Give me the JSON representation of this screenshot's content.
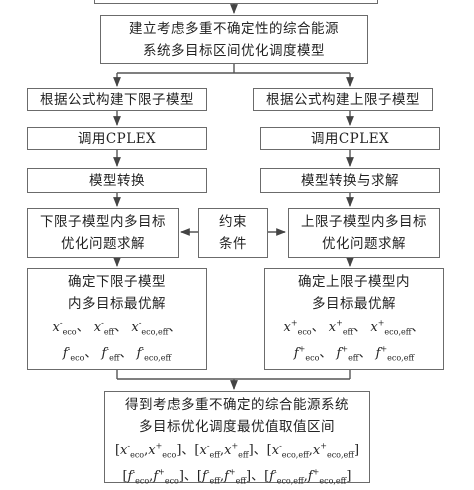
{
  "top_box": {
    "line1": "建立考虑多重不确定性的综合能源",
    "line2": "系统多目标区间优化调度模型"
  },
  "left": {
    "build": "根据公式构建下限子模型",
    "call": "调用CPLEX",
    "convert": "模型转换",
    "solve_line1": "下限子模型内多目标",
    "solve_line2": "优化问题求解",
    "result_line1": "确定下限子模型",
    "result_line2": "内多目标最优解",
    "vars_x": [
      "x",
      "eco",
      "-",
      "x",
      "eff",
      "-",
      "x",
      "eco,eff",
      "-"
    ],
    "vars_f": [
      "f",
      "eco",
      "-",
      "f",
      "eff",
      "-",
      "f",
      "eco,eff",
      "-"
    ]
  },
  "right": {
    "build": "根据公式构建上限子模型",
    "call": "调用CPLEX",
    "convert": "模型转换与求解",
    "solve_line1": "上限子模型内多目标",
    "solve_line2": "优化问题求解",
    "result_line1": "确定上限子模型内",
    "result_line2": "多目标最优解",
    "vars_x": [
      "x",
      "eco",
      "+",
      "x",
      "eff",
      "+",
      "x",
      "eco,eff",
      "+"
    ],
    "vars_f": [
      "f",
      "eco",
      "+",
      "f",
      "eff",
      "+",
      "f",
      "eco,eff",
      "+"
    ]
  },
  "constraint": {
    "line1": "约束",
    "line2": "条件"
  },
  "bottom": {
    "line1": "得到考虑多重不确定的综合能源系统",
    "line2": "多目标优化调度最优值取值区间"
  }
}
